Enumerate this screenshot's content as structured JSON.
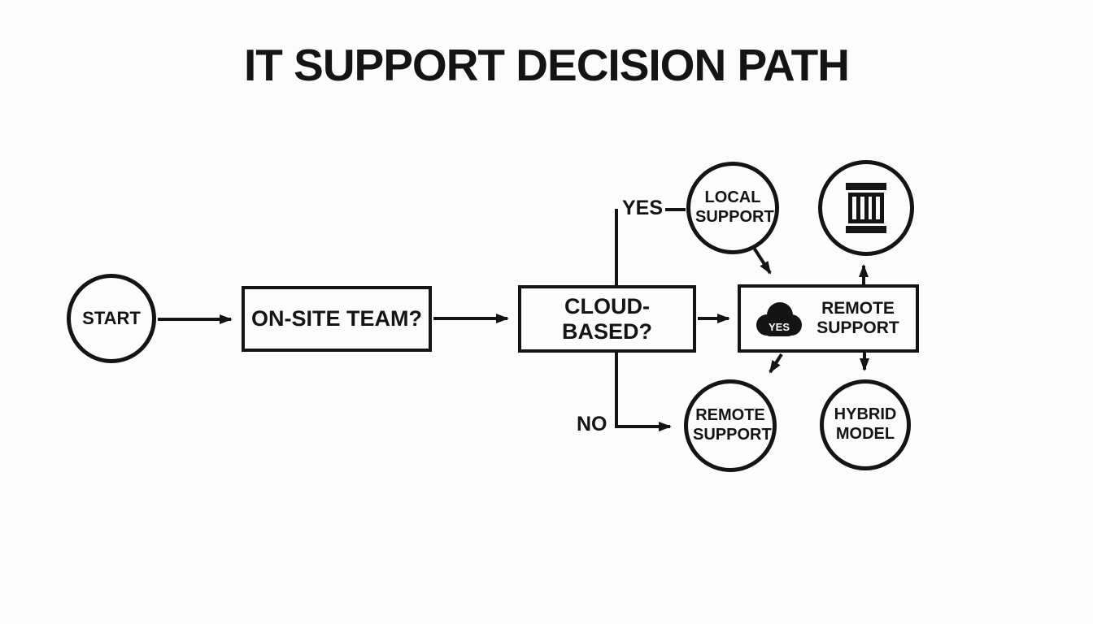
{
  "title": "IT SUPPORT DECISION PATH",
  "colors": {
    "ink": "#141414",
    "background": "#fcfcfc"
  },
  "nodes": {
    "start": {
      "shape": "circle",
      "label": "START"
    },
    "onsite": {
      "shape": "rect",
      "label": "ON-SITE TEAM?"
    },
    "cloud": {
      "shape": "rect",
      "label": "CLOUD-BASED?"
    },
    "local": {
      "shape": "circle",
      "label": "LOCAL SUPPORT"
    },
    "datacenter": {
      "shape": "circle",
      "icon": "server-rack-icon"
    },
    "remote_box": {
      "shape": "rect",
      "label": "REMOTE SUPPORT",
      "badge": "YES",
      "icon": "cloud-icon"
    },
    "remote": {
      "shape": "circle",
      "label": "REMOTE SUPPORT"
    },
    "hybrid": {
      "shape": "circle",
      "label": "HYBRID MODEL"
    }
  },
  "edge_labels": {
    "yes": "YES",
    "no": "NO"
  },
  "edges": [
    {
      "from": "start",
      "to": "onsite",
      "arrow": true
    },
    {
      "from": "onsite",
      "to": "cloud",
      "arrow": true
    },
    {
      "from": "cloud",
      "to": "remote_box",
      "arrow": true
    },
    {
      "from": "cloud",
      "to": "local",
      "label": "YES"
    },
    {
      "from": "cloud",
      "to": "remote",
      "label": "NO",
      "arrow": true
    },
    {
      "from": "local",
      "to": "remote_box",
      "arrow": true
    },
    {
      "from": "remote_box",
      "to": "datacenter",
      "arrow": true
    },
    {
      "from": "remote_box",
      "to": "remote",
      "arrow": true
    },
    {
      "from": "remote_box",
      "to": "hybrid",
      "arrow": true
    }
  ]
}
